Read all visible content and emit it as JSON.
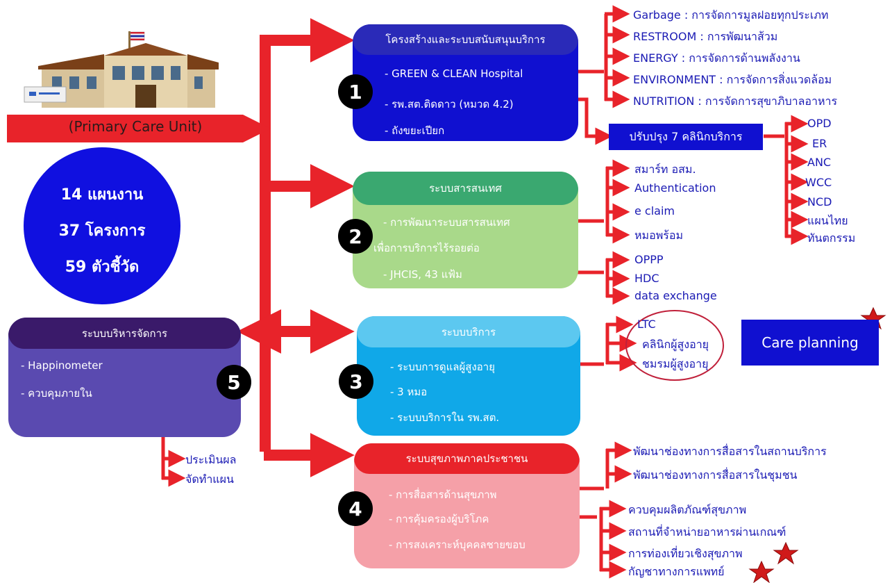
{
  "unit": {
    "label": "(Primary Care Unit)"
  },
  "stats": [
    "14 แผนงาน",
    "37 โครงการ",
    "59 ตัวชี้วัด"
  ],
  "box1": {
    "number": "1",
    "title": "โครงสร้างและระบบสนับสนุนบริการ",
    "items": [
      "- GREEN & CLEAN Hospital",
      "- รพ.สต.ติดดาว (หมวด 4.2)",
      "- ถังขยะเปียก"
    ],
    "green_clean": [
      "Garbage : การจัดการมูลฝอยทุกประเภท",
      "RESTROOM : การพัฒนาส้วม",
      "ENERGY : การจัดการด้านพลังงาน",
      "ENVIRONMENT : การจัดการสิ่งแวดล้อม",
      "NUTRITION : การจัดการสุขาภิบาลอาหาร"
    ],
    "clinic_box": "ปรับปรุง 7 คลินิกบริการ",
    "clinics": [
      "OPD",
      "ER",
      "ANC",
      "WCC",
      "NCD",
      "แผนไทย",
      "ทันตกรรม"
    ]
  },
  "box2": {
    "number": "2",
    "title": "ระบบสารสนเทศ",
    "items": [
      "- การพัฒนาระบบสารสนเทศ",
      "เพื่อการบริการไร้รอยต่อ",
      "- JHCIS, 43 แฟ้ม"
    ],
    "it_dev": [
      "สมาร์ท อสม.",
      "Authentication",
      "e claim",
      "หมอพร้อม"
    ],
    "jhcis": [
      "OPPP",
      "HDC",
      "data exchange"
    ]
  },
  "box3": {
    "number": "3",
    "title": "ระบบบริการ",
    "items": [
      "- ระบบการดูแลผู้สูงอายุ",
      "- 3 หมอ",
      "- ระบบบริการใน รพ.สต."
    ],
    "elderly": [
      "LTC",
      "คลินิกผู้สูงอายุ",
      "ชมรมผู้สูงอายุ"
    ],
    "care_planning": "Care planning"
  },
  "box4": {
    "number": "4",
    "title": "ระบบสุขภาพภาคประชาชน",
    "items": [
      "- การสื่อสารด้านสุขภาพ",
      "- การคุ้มครองผู้บริโภค",
      "- การสงเคราะห์บุคคลชายขอบ"
    ],
    "communication": [
      "พัฒนาช่องทางการสื่อสารในสถานบริการ",
      "พัฒนาช่องทางการสื่อสารในชุมชน"
    ],
    "consumer": [
      "ควบคุมผลิตภัณฑ์สุขภาพ",
      "สถานที่จำหน่ายอาหารผ่านเกณฑ์",
      "การท่องเที่ยวเชิงสุขภาพ",
      "กัญชาทางการแพทย์"
    ]
  },
  "box5": {
    "number": "5",
    "title": "ระบบบริหารจัดการ",
    "items": [
      "- Happinometer",
      "- ควบคุมภายใน"
    ],
    "happinometer": [
      "ประเมินผล",
      "จัดทำแผน"
    ]
  },
  "colors": {
    "arrow": "#e8232a",
    "box1": "#1010d0",
    "box2_head": "#3aa870",
    "box2_body": "#a9d98a",
    "box3_head": "#5cc8f0",
    "box3_body": "#10a8e8",
    "box4_head": "#e8232a",
    "box4_body": "#f5a0a8",
    "box5_head": "#3a1a6a",
    "box5_body": "#5a4ab0",
    "text_blue": "#1a1ab4"
  }
}
